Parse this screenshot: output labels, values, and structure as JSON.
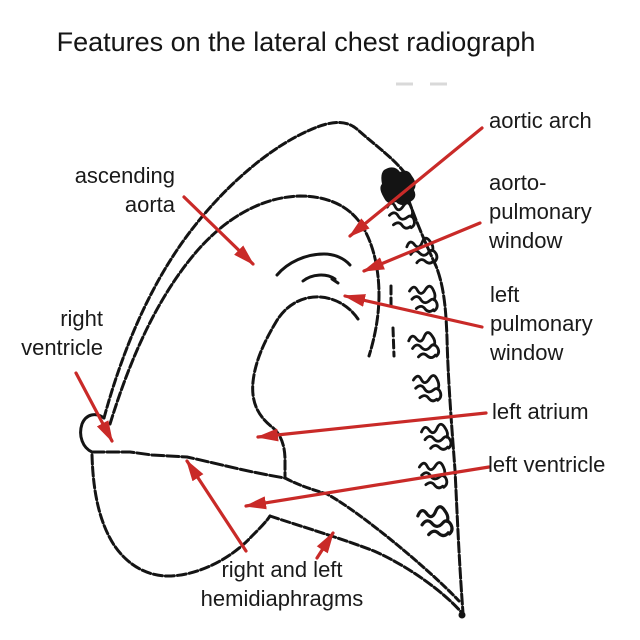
{
  "title": "Features on the lateral chest radiograph",
  "colors": {
    "arrow_red": "#c92a28",
    "ink_black": "#141414",
    "faint_gray": "#d9d9d9",
    "background": "#ffffff"
  },
  "labels": {
    "aortic_arch": {
      "text": "aortic arch"
    },
    "ascending_aorta": {
      "text": "ascending\naorta"
    },
    "aorto_pulmonary_window": {
      "text": "aorto-\npulmonary\nwindow"
    },
    "left_pulmonary_window": {
      "text": "left\npulmonary\nwindow"
    },
    "right_ventricle": {
      "text": "right\nventricle"
    },
    "left_atrium": {
      "text": "left atrium"
    },
    "left_ventricle": {
      "text": "left ventricle"
    },
    "hemidiaphragms": {
      "text": "right and left\nhemidiaphragms"
    }
  }
}
